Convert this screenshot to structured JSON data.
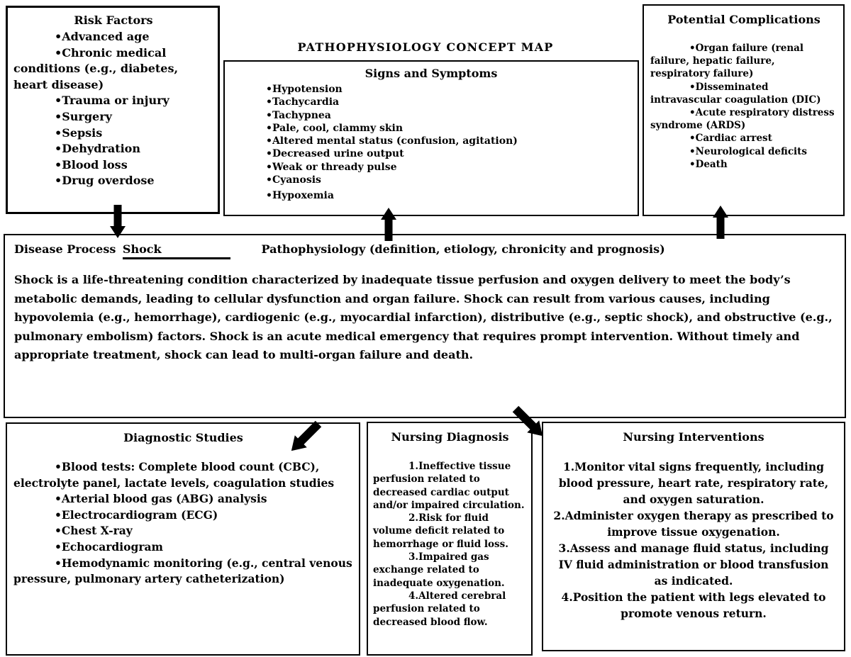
{
  "ink_color": "#000000",
  "background_color": "#ffffff",
  "title": "PATHOPHYSIOLOGY CONCEPT MAP",
  "risk_factors": {
    "header": "Risk Factors",
    "items": [
      "•Advanced age",
      "•Chronic medical conditions (e.g., diabetes, heart disease)",
      "•Trauma or injury",
      "•Surgery",
      "•Sepsis",
      "•Dehydration",
      "•Blood loss",
      "•Drug overdose"
    ]
  },
  "signs_symptoms": {
    "header": "Signs and Symptoms",
    "items": [
      "•Hypotension",
      "•Tachycardia",
      "•Tachypnea",
      "•Pale, cool, clammy skin",
      "•Altered mental status (confusion, agitation)",
      "•Decreased urine output",
      "•Weak or thready pulse",
      "•Cyanosis",
      "•Hypoxemia"
    ]
  },
  "potential_complications": {
    "header": "Potential Complications",
    "items": [
      "•Organ failure (renal failure, hepatic failure, respiratory failure)",
      "•Disseminated intravascular coagulation (DIC)",
      "•Acute respiratory distress syndrome (ARDS)",
      "•Cardiac arrest",
      "•Neurological deficits",
      "•Death"
    ]
  },
  "disease_process": {
    "label": "Disease Process",
    "name": "Shock",
    "patho_heading": "Pathophysiology (definition, etiology, chronicity and prognosis)",
    "description": "Shock is a life-threatening condition characterized by inadequate tissue perfusion and oxygen delivery to meet the body’s metabolic demands, leading to cellular dysfunction and organ failure. Shock can result from various causes, including hypovolemia (e.g., hemorrhage), cardiogenic (e.g., myocardial infarction), distributive (e.g., septic shock), and obstructive (e.g., pulmonary embolism) factors. Shock is an acute medical emergency that requires prompt intervention. Without timely and appropriate treatment, shock can lead to multi-organ failure and death."
  },
  "diagnostic_studies": {
    "header": "Diagnostic Studies",
    "items": [
      "•Blood tests:  Complete blood count (CBC), electrolyte panel, lactate levels, coagulation studies",
      "•Arterial blood gas (ABG) analysis",
      "•Electrocardiogram (ECG)",
      "•Chest X-ray",
      "•Echocardiogram",
      "•Hemodynamic monitoring (e.g., central venous pressure, pulmonary artery catheterization)"
    ]
  },
  "nursing_diagnosis": {
    "header": "Nursing Diagnosis",
    "items": [
      "1.Ineffective tissue perfusion related to decreased cardiac output and/or impaired circulation.",
      "2.Risk for fluid volume deficit related to hemorrhage or fluid loss.",
      "3.Impaired gas exchange related to inadequate oxygenation.",
      "4.Altered cerebral perfusion related to decreased blood flow."
    ]
  },
  "nursing_interventions": {
    "header": "Nursing Interventions",
    "items": [
      "1.Monitor vital signs frequently, including blood pressure, heart rate, respiratory rate, and oxygen saturation.",
      "2.Administer oxygen therapy as prescribed to improve tissue oxygenation.",
      "3.Assess and manage fluid status, including IV fluid administration or blood transfusion as indicated.",
      "4.Position the patient with legs elevated to promote venous return."
    ]
  }
}
